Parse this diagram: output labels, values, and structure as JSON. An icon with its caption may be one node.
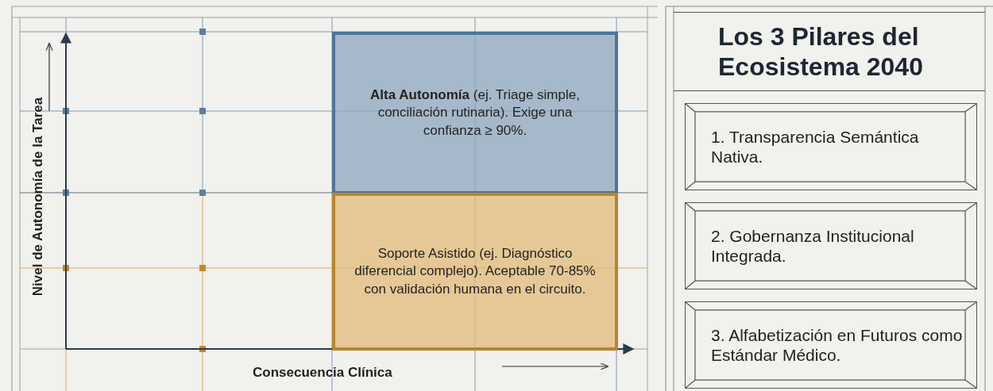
{
  "diagram": {
    "nodes": [
      {
        "text": [
          "**Alta Autonomía** (ej. Triage simple, conciliación rutinaria). Exige una confianza ≥ 90%."
        ]
      },
      {
        "text": [
          "Soporte Asistido (ej. Diagnóstico diferencial complejo). Aceptable 70-85% con validación humana en el circuito."
        ]
      },
      {
        "text": [
          "Los 3 Pilares del Ecosistema 2040"
        ]
      },
      {
        "text": [
          "1. Transparencia Semántica Nativa."
        ]
      },
      {
        "text": [
          "2. Gobernanza Institucional Integrada."
        ]
      },
      {
        "text": [
          "3. Alfabetización en Futuros como Estándar Médico."
        ]
      }
    ],
    "labels": [
      "Nivel de Autonomía de la Tarea",
      "Consecuencia Clínica"
    ]
  }
}
